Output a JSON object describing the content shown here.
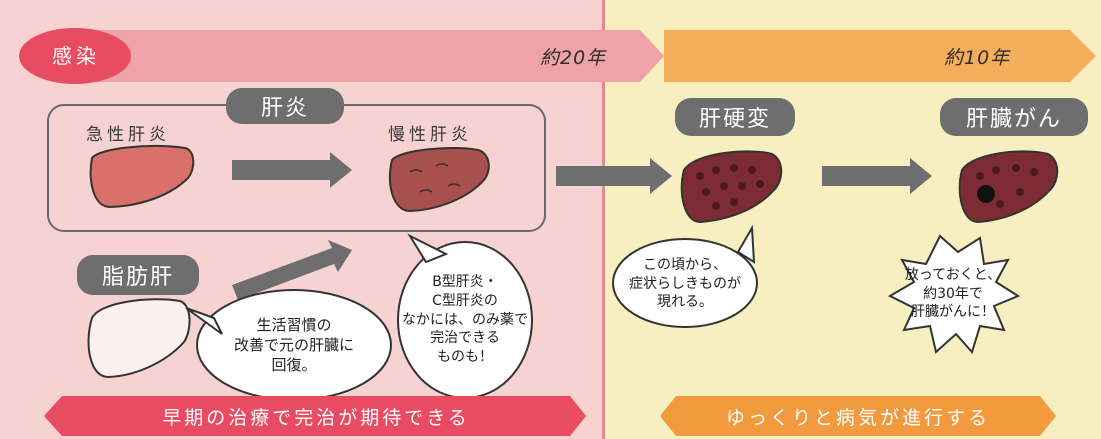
{
  "timeline": {
    "start_label": "感染",
    "segment1_label": "約20年",
    "segment2_label": "約10年"
  },
  "hepatitis_group": {
    "title": "肝炎",
    "acute_label": "急性肝炎",
    "chronic_label": "慢性肝炎"
  },
  "fatty_liver": {
    "label": "脂肪肝"
  },
  "cirrhosis": {
    "label": "肝硬変"
  },
  "liver_cancer": {
    "label": "肝臓がん"
  },
  "bubbles": {
    "lifestyle": [
      "生活習慣の",
      "改善で元の肝臓に",
      "回復。"
    ],
    "hepatitis_bc": [
      "B型肝炎・",
      "C型肝炎の",
      "なかには、のみ薬で",
      "完治できる",
      "ものも！"
    ],
    "symptoms": [
      "この頃から、",
      "症状らしきものが",
      "現れる。"
    ],
    "cancer_warning": [
      "放っておくと、",
      "約30年で",
      "肝臓がんに！"
    ]
  },
  "bottom": {
    "left_banner": "早期の治療で完治が期待できる",
    "right_banner": "ゆっくりと病気が進行する"
  },
  "colors": {
    "left_bg": "#f6d3d1",
    "right_bg": "#f7efbf",
    "pink_accent": "#e94b62",
    "orange_accent": "#f2a14a",
    "grey_pill": "#6e6e6e",
    "liver_healthy": "#d9716a",
    "liver_dark": "#7d2c35"
  }
}
